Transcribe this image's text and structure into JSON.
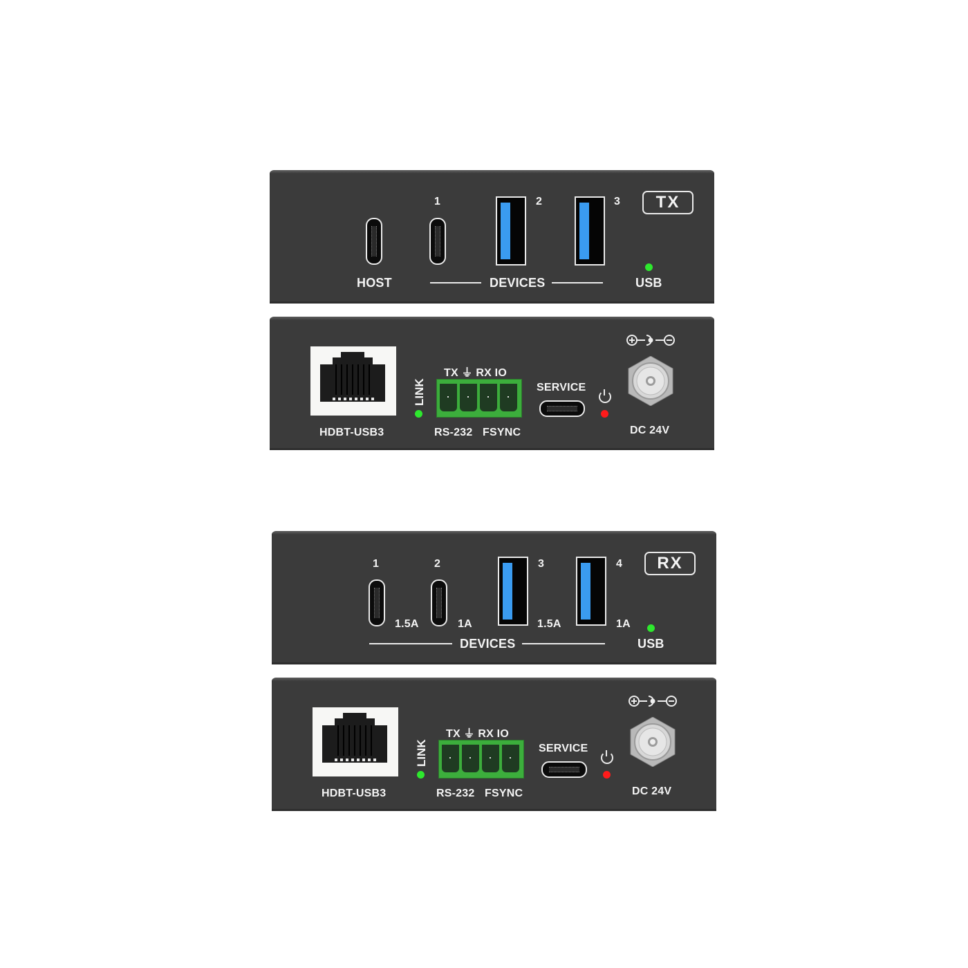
{
  "tx_front": {
    "badge": "TX",
    "host_label": "HOST",
    "devices_label": "DEVICES",
    "usb_label": "USB",
    "port_numbers": [
      "1",
      "2",
      "3"
    ],
    "usb_led_color": "#2ee82e"
  },
  "tx_rear": {
    "rj45_label": "HDBT-USB3",
    "link_label": "LINK",
    "terminal_header": {
      "tx": "TX",
      "ground": "⏚",
      "rx": "RX",
      "io": "IO"
    },
    "rs232_label": "RS-232",
    "fsync_label": "FSYNC",
    "service_label": "SERVICE",
    "dc_label": "DC 24V",
    "link_led_color": "#2ee82e",
    "power_led_color": "#ff1b1b"
  },
  "rx_front": {
    "badge": "RX",
    "devices_label": "DEVICES",
    "usb_label": "USB",
    "port_numbers": [
      "1",
      "2",
      "3",
      "4"
    ],
    "port_currents": [
      "1.5A",
      "1A",
      "1.5A",
      "1A"
    ],
    "usb_led_color": "#2ee82e"
  },
  "rx_rear": {
    "rj45_label": "HDBT-USB3",
    "link_label": "LINK",
    "terminal_header": {
      "tx": "TX",
      "ground": "⏚",
      "rx": "RX",
      "io": "IO"
    },
    "rs232_label": "RS-232",
    "fsync_label": "FSYNC",
    "service_label": "SERVICE",
    "dc_label": "DC 24V",
    "link_led_color": "#2ee82e",
    "power_led_color": "#ff1b1b"
  }
}
